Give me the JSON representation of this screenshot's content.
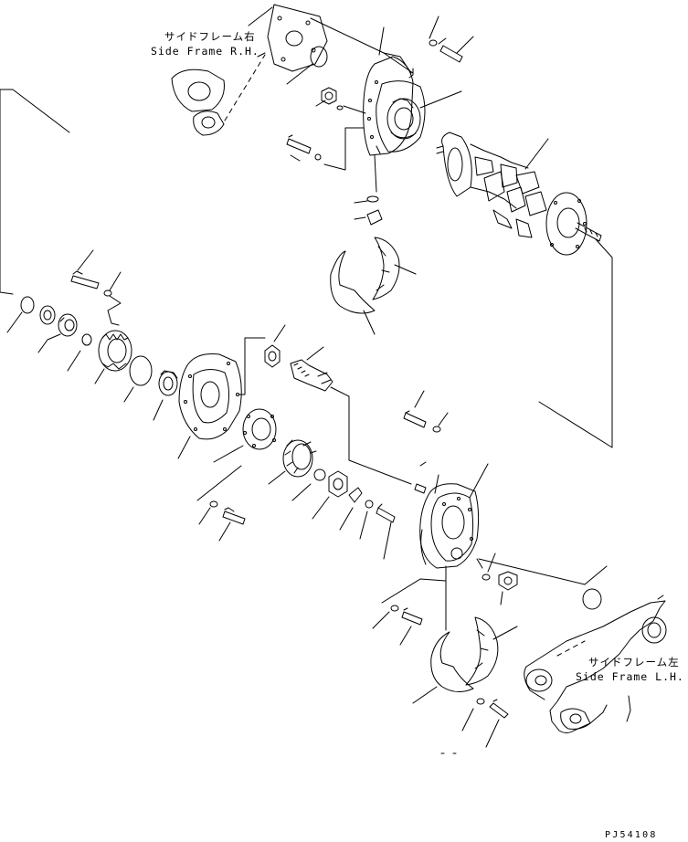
{
  "labels": {
    "side_frame_rh_jp": "サイドフレーム右",
    "side_frame_rh_en": "Side Frame R.H.",
    "side_frame_lh_jp": "サイドフレーム左",
    "side_frame_lh_en": "Side Frame L.H."
  },
  "drawing_code": "PJ54108",
  "colors": {
    "ink": "#000000",
    "paper": "#ffffff"
  }
}
